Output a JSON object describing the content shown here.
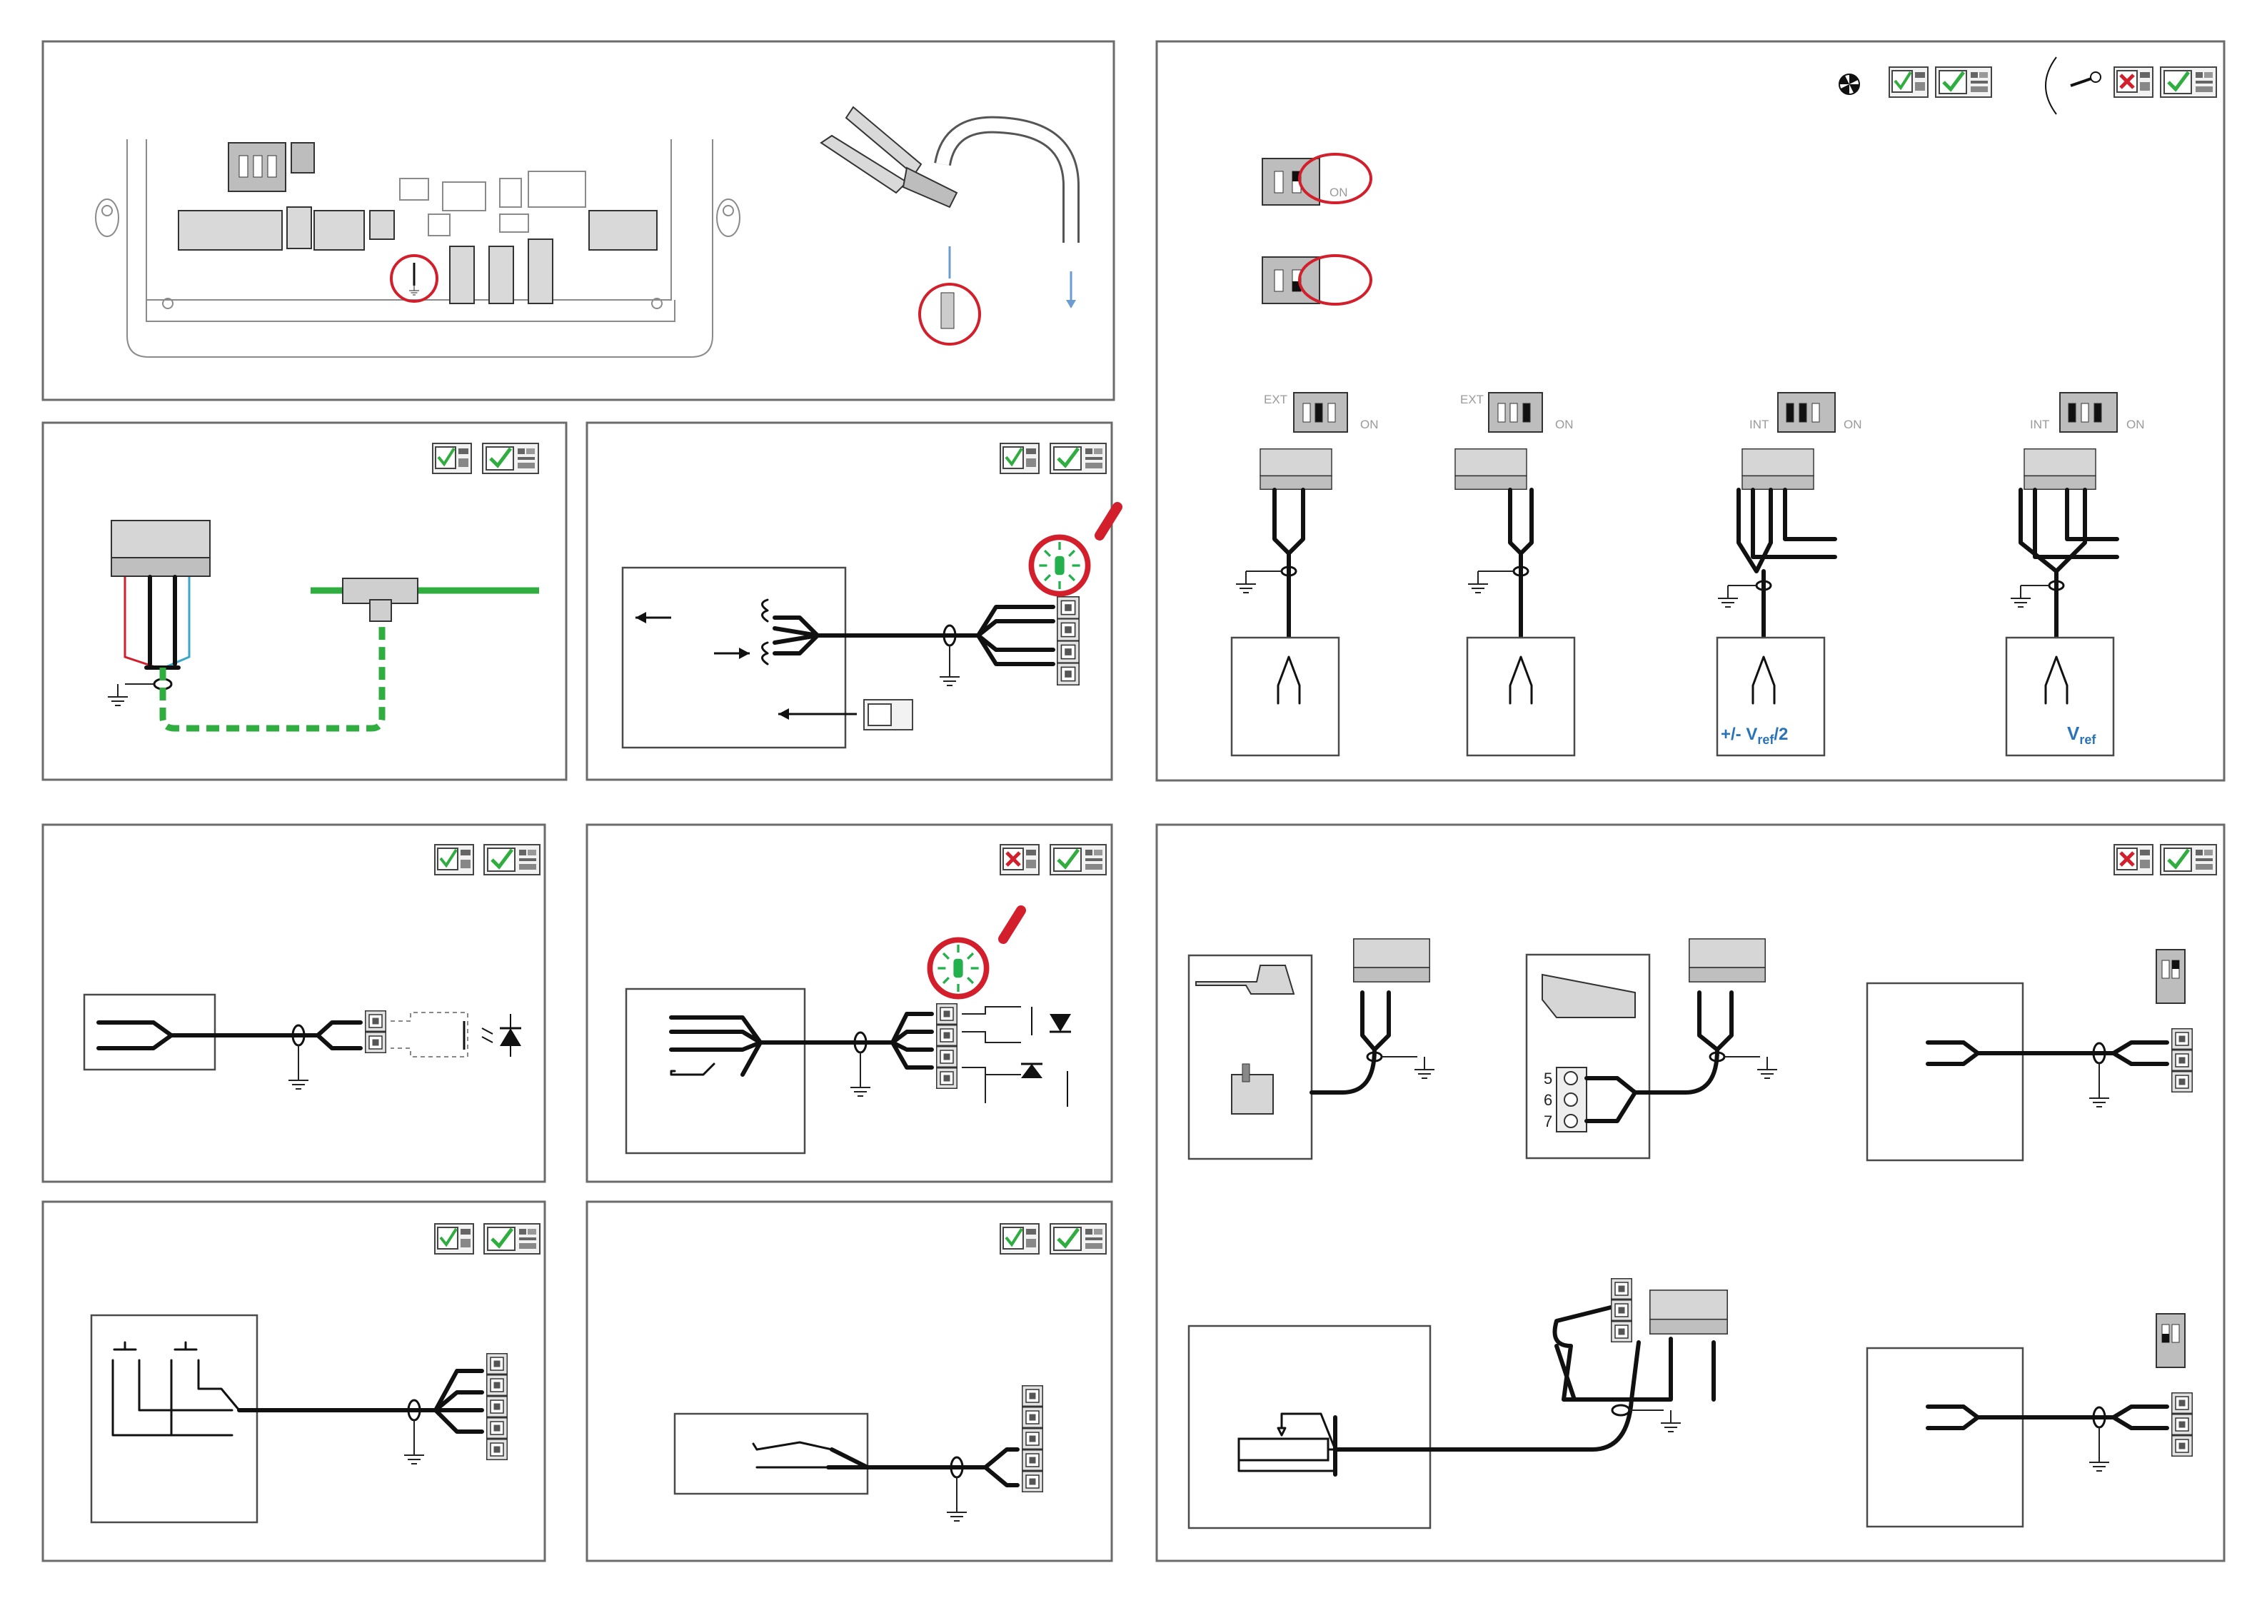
{
  "labels": {
    "dip_on_1": "ON",
    "dip_on_2": "ON",
    "dip_ext_1": "EXT",
    "dip_ext_2": "EXT",
    "dip_int_1": "INT",
    "dip_int_2": "INT",
    "dip_on_a": "ON",
    "dip_on_b": "ON",
    "dip_on_c": "ON",
    "dip_on_d": "ON",
    "vref_half": "+/- V",
    "vref_half_sub": "ref",
    "vref_half_tail": "/2",
    "vref": "V",
    "vref_sub": "ref",
    "terminal_5": "5",
    "terminal_6": "6",
    "terminal_7": "7"
  },
  "colors": {
    "frame": "#6b6b6b",
    "wire": "#111111",
    "highlight_red": "#d21f2b",
    "network_green": "#2fae3f",
    "led_green": "#22b14c",
    "check_green": "#2fae3f",
    "vref_blue": "#2a73b8",
    "wire_red": "#d21f2b",
    "wire_blue": "#3aa7c9"
  },
  "icons": [
    "fan-icon",
    "check-icon",
    "cross-icon",
    "rotate-knob-icon",
    "ground-icon",
    "led-icon",
    "magnifier-icon",
    "stripper-icon",
    "optocoupler-icon"
  ]
}
